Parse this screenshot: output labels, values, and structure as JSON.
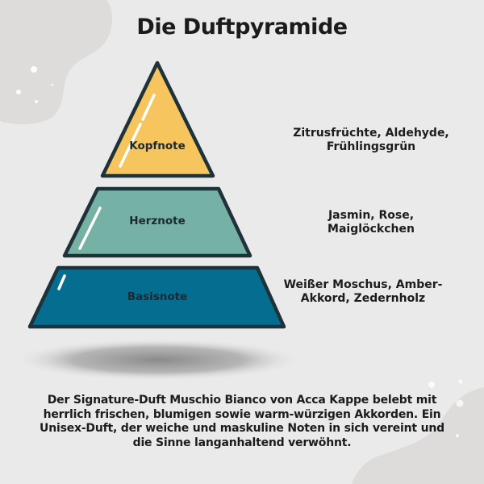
{
  "title": "Die Duftpyramide",
  "pyramid": {
    "levels": [
      {
        "name": "Kopfnote",
        "color": "#f6c55e",
        "notes": "Zitrusfrüchte, Aldehyde, Frühlingsgrün"
      },
      {
        "name": "Herznote",
        "color": "#75b1a4",
        "notes": "Jasmin, Rose, Maiglöckchen"
      },
      {
        "name": "Basisnote",
        "color": "#046d90",
        "notes": "Weißer Moschus, Amber-Akkord, Zedernholz"
      }
    ],
    "outline_color": "#1f3239"
  },
  "notes_lines": {
    "kopf": [
      "Zitrusfrüchte, Aldehyde,",
      "Frühlingsgrün"
    ],
    "herz": [
      "Jasmin, Rose,",
      "Maiglöckchen"
    ],
    "basis": [
      "Weißer Moschus, Amber-",
      "Akkord, Zedernholz"
    ]
  },
  "description": "Der Signature-Duft Muschio Bianco von Acca Kappe belebt mit herrlich frischen, blumigen sowie warm-würzigen Akkorden. Ein Unisex-Duft, der weiche und maskuline Noten in sich vereint und die Sinne langanhaltend verwöhnt.",
  "colors": {
    "background": "#eaeaea",
    "blob": "#dddcda"
  }
}
